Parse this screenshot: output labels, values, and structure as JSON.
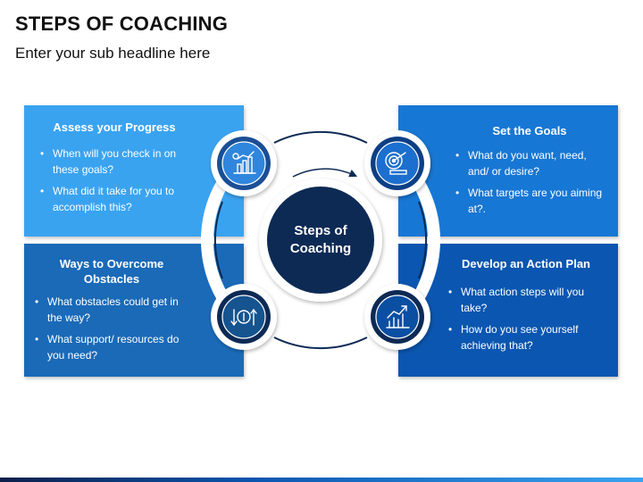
{
  "header": {
    "title": "STEPS OF COACHING",
    "subtitle": "Enter your sub headline here"
  },
  "center": {
    "line1": "Steps of",
    "line2": "Coaching",
    "color": "#0d2a55"
  },
  "steps": [
    {
      "title": "Assess your Progress",
      "bullets": [
        "When will you check in on these goals?",
        "What did it take for you to accomplish this?"
      ],
      "color": "#3aa3f0",
      "icon": "progress-chart-icon"
    },
    {
      "title": "Set the Goals",
      "bullets": [
        "What do you want, need, and/ or desire?",
        "What targets are you aiming at?."
      ],
      "color": "#1777d4",
      "icon": "goal-target-icon"
    },
    {
      "title": "Ways to Overcome Obstacles",
      "bullets": [
        "What obstacles could get in the way?",
        "What support/ resources do you need?"
      ],
      "color": "#1a6ab8",
      "icon": "money-obstacle-icon"
    },
    {
      "title": "Develop an Action Plan",
      "bullets": [
        "What action steps will you take?",
        "How do you see yourself achieving that?"
      ],
      "color": "#0b56b0",
      "icon": "growth-chart-icon"
    }
  ]
}
